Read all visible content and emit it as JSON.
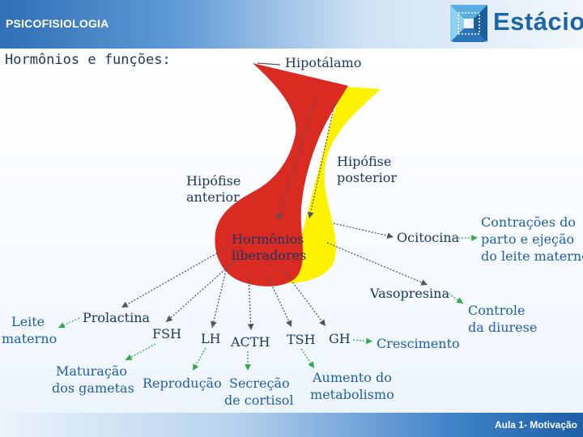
{
  "header": {
    "title": "PSICOFISIOLOGIA",
    "logo_text": "Estácio"
  },
  "section_title": "Hormônios e funções:",
  "diagram": {
    "hypothalamus": "Hipotálamo",
    "posterior_pituitary": [
      "Hipófise",
      "posterior"
    ],
    "anterior_pituitary": [
      "Hipófise",
      "anterior"
    ],
    "releasing_hormones": [
      "Hormônios",
      "liberadores"
    ],
    "oxytocin": "Ocitocina",
    "oxytocin_effect": [
      "Contrações do",
      "parto e ejeção",
      "do leite materno"
    ],
    "vasopressin": "Vasopresina",
    "vasopressin_effect": [
      "Controle",
      "da diurese"
    ],
    "prolactin": "Prolactina",
    "prolactin_effect": [
      "Leite",
      "materno"
    ],
    "fsh": "FSH",
    "fsh_effect": [
      "Maturação",
      "dos gametas"
    ],
    "lh": "LH",
    "lh_effect": "Reprodução",
    "acth": "ACTH",
    "acth_effect": [
      "Secreção",
      "de cortisol"
    ],
    "tsh": "TSH",
    "tsh_effect": [
      "Aumento do",
      "metabolismo"
    ],
    "gh": "GH",
    "gh_effect": "Crescimento"
  },
  "colors": {
    "anterior_red": "#d92b22",
    "posterior_yellow": "#fff200",
    "arrow_gray": "#555555",
    "arrow_green": "#35a84a",
    "label_dark": "#1d3761",
    "label_blue": "#1f5fa5"
  },
  "footer": {
    "text": "Aula 1- Motivação"
  }
}
